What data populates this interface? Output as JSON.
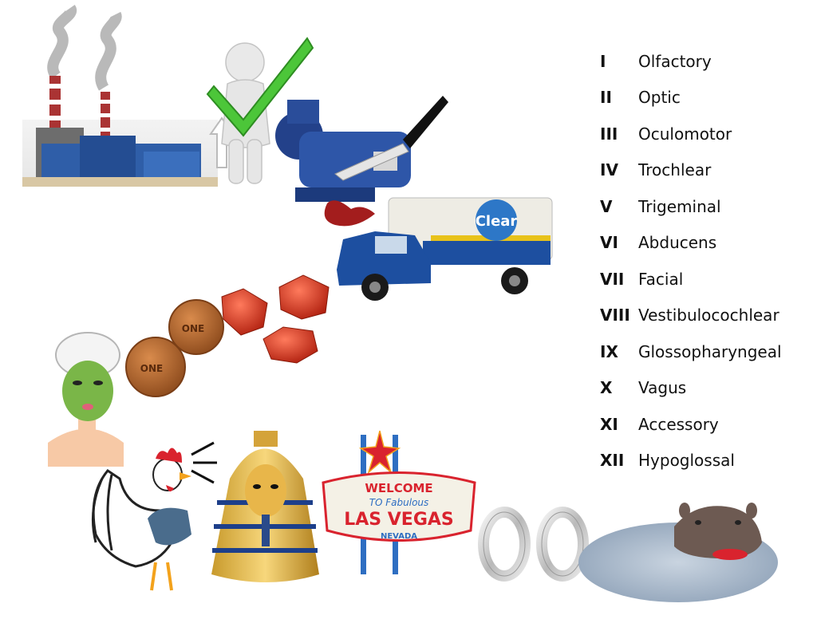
{
  "nerves": [
    {
      "numeral": "I",
      "name": "Olfactory"
    },
    {
      "numeral": "II",
      "name": "Optic"
    },
    {
      "numeral": "III",
      "name": "Oculomotor"
    },
    {
      "numeral": "IV",
      "name": "Trochlear"
    },
    {
      "numeral": "V",
      "name": "Trigeminal"
    },
    {
      "numeral": "VI",
      "name": "Abducens"
    },
    {
      "numeral": "VII",
      "name": "Facial"
    },
    {
      "numeral": "VIII",
      "name": "Vestibulocochlear"
    },
    {
      "numeral": "IX",
      "name": "Glossopharyngeal"
    },
    {
      "numeral": "X",
      "name": "Vagus"
    },
    {
      "numeral": "XI",
      "name": "Accessory"
    },
    {
      "numeral": "XII",
      "name": "Hypoglossal"
    }
  ],
  "truck": {
    "logo_text": "Clear"
  },
  "coins": {
    "coin_text": "ONE"
  },
  "vegas_sign": {
    "top": "WELCOME",
    "middle": "TO Fabulous",
    "main": "LAS VEGAS",
    "bottom": "NEVADA"
  },
  "colors": {
    "check_green": "#4cc639",
    "gem_red": "#d8321f",
    "coin_copper": "#b5672c",
    "truck_blue": "#1d4fa0",
    "mask_green": "#7ab648",
    "sign_red": "#d9232e"
  }
}
